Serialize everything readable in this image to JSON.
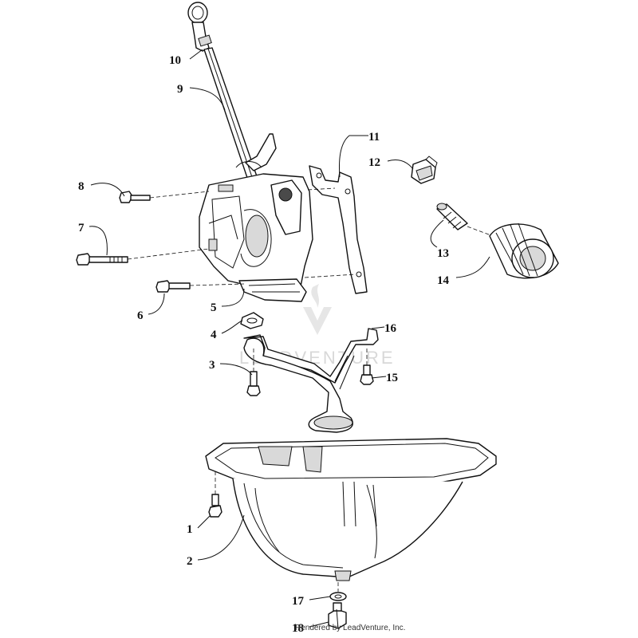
{
  "callouts": {
    "c1": "1",
    "c2": "2",
    "c3": "3",
    "c4": "4",
    "c5": "5",
    "c6": "6",
    "c7": "7",
    "c8": "8",
    "c9": "9",
    "c10": "10",
    "c11": "11",
    "c12": "12",
    "c13": "13",
    "c14": "14",
    "c15": "15",
    "c16": "16",
    "c17": "17",
    "c18": "18"
  },
  "watermark": {
    "text": "LEADVENTURE"
  },
  "footer": {
    "credit": "Rendered by LeadVenture, Inc."
  },
  "colors": {
    "line": "#111111",
    "background": "#ffffff",
    "watermark": "#c8c8c8"
  }
}
